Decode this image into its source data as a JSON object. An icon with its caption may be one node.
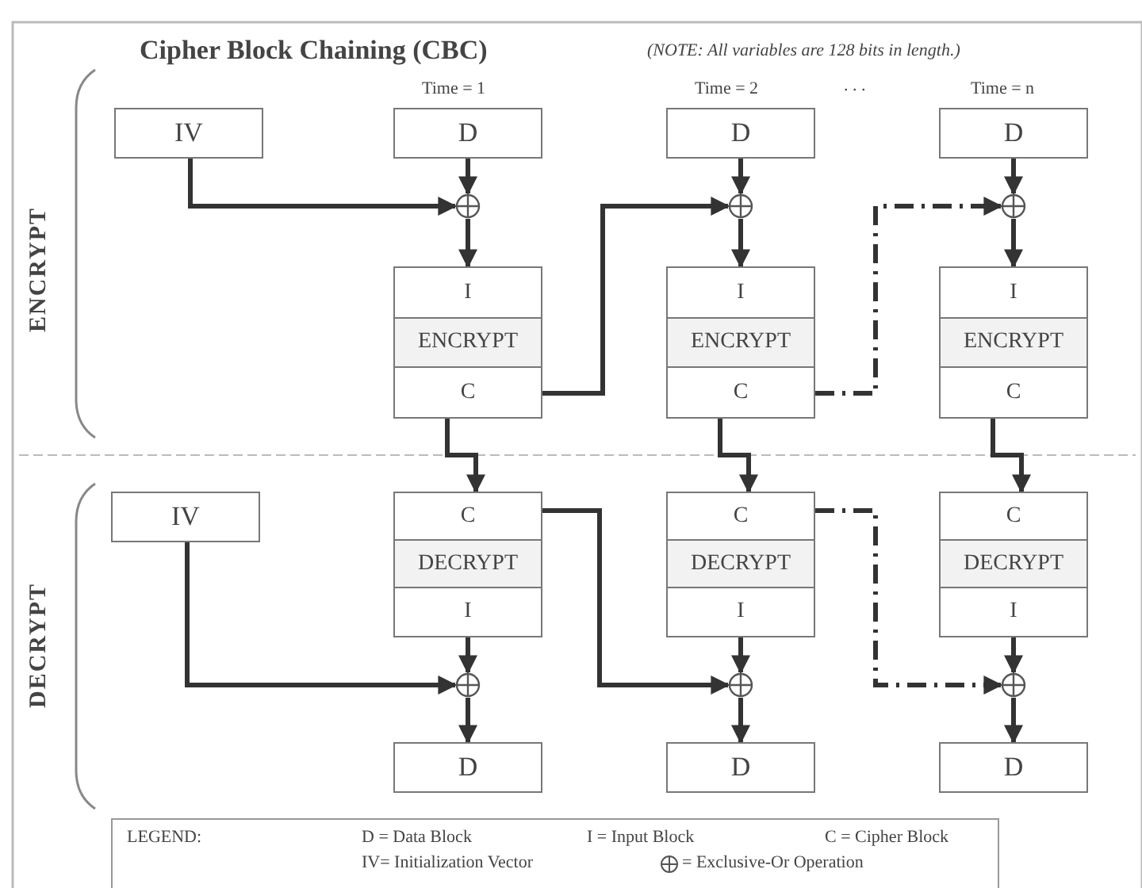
{
  "diagram": {
    "title": "Cipher Block Chaining (CBC)",
    "nodes": [
      {
        "text": [
          "IV"
        ]
      },
      {
        "text": [
          "D"
        ]
      },
      {
        "text": [
          "D"
        ]
      },
      {
        "text": [
          "D"
        ]
      },
      {
        "text": [],
        "shape": "circle"
      },
      {
        "text": [],
        "shape": "circle"
      },
      {
        "text": [],
        "shape": "circle"
      },
      {
        "text": [
          "I",
          "ENCRYPT",
          "C"
        ]
      },
      {
        "text": [
          "I",
          "ENCRYPT",
          "C"
        ]
      },
      {
        "text": [
          "I",
          "ENCRYPT",
          "C"
        ]
      },
      {
        "text": [
          "IV"
        ]
      },
      {
        "text": [
          "C",
          "DECRYPT",
          "I"
        ]
      },
      {
        "text": [
          "C",
          "DECRYPT",
          "I"
        ]
      },
      {
        "text": [
          "C",
          "DECRYPT",
          "I"
        ]
      },
      {
        "text": [],
        "shape": "circle"
      },
      {
        "text": [],
        "shape": "circle"
      },
      {
        "text": [],
        "shape": "circle"
      },
      {
        "text": [
          "D"
        ]
      },
      {
        "text": [
          "D"
        ]
      },
      {
        "text": [
          "D"
        ]
      }
    ],
    "edges": [
      {
        "from": 0,
        "to": 4,
        "arrow": "to"
      },
      {
        "from": 1,
        "to": 4,
        "arrow": "to"
      },
      {
        "from": 2,
        "to": 5,
        "arrow": "to"
      },
      {
        "from": 3,
        "to": 6,
        "arrow": "to"
      },
      {
        "from": 4,
        "to": 7,
        "arrow": "to"
      },
      {
        "from": 5,
        "to": 8,
        "arrow": "to"
      },
      {
        "from": 6,
        "to": 9,
        "arrow": "to"
      },
      {
        "from": 7,
        "to": 5,
        "arrow": "to"
      },
      {
        "from": 8,
        "to": 6,
        "arrow": "to",
        "style": "dashed"
      },
      {
        "from": 7,
        "to": 11,
        "arrow": "to"
      },
      {
        "from": 8,
        "to": 12,
        "arrow": "to"
      },
      {
        "from": 9,
        "to": 13,
        "arrow": "to"
      },
      {
        "from": 10,
        "to": 14,
        "arrow": "to"
      },
      {
        "from": 11,
        "to": 14,
        "arrow": "to"
      },
      {
        "from": 12,
        "to": 15,
        "arrow": "to"
      },
      {
        "from": 13,
        "to": 16,
        "arrow": "to"
      },
      {
        "from": 11,
        "to": 15,
        "arrow": "to"
      },
      {
        "from": 12,
        "to": 16,
        "arrow": "to",
        "style": "dashed"
      },
      {
        "from": 14,
        "to": 17,
        "arrow": "to"
      },
      {
        "from": 15,
        "to": 18,
        "arrow": "to"
      },
      {
        "from": 16,
        "to": 19,
        "arrow": "to"
      }
    ],
    "labels": [
      "(NOTE:  All variables are 128 bits in length.)",
      "Time = 1",
      "Time = 2",
      ". . .",
      "Time = n",
      "ENCRYPT",
      "DECRYPT",
      "LEGEND:",
      "D = Data Block",
      "I = Input Block",
      "C = Cipher Block",
      "IV= Initialization Vector"
    ],
    "legend": [
      {
        "text": "= Exclusive-Or Operation"
      }
    ]
  }
}
